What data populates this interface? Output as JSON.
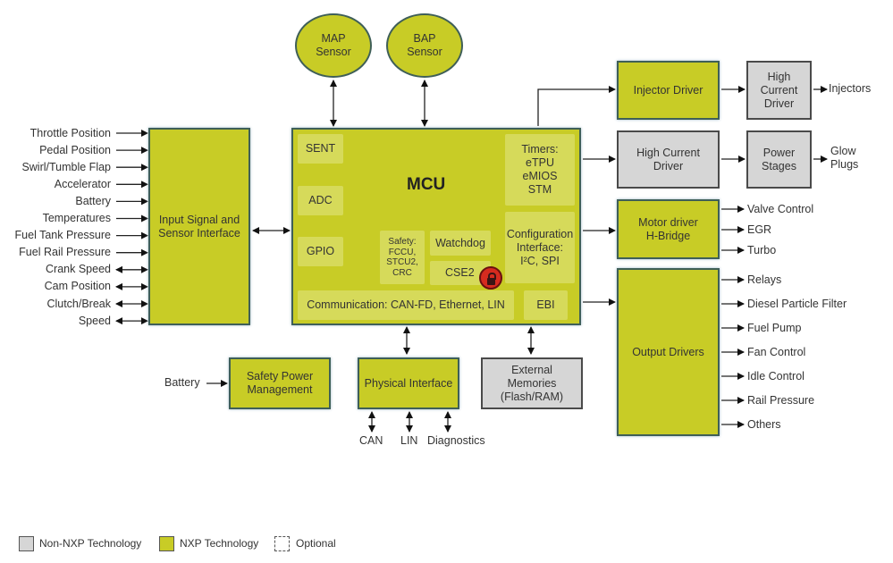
{
  "colors": {
    "nxp": "#c8cc26",
    "non_nxp": "#d6d6d6",
    "lock": "#d62b1f"
  },
  "inputs_left": [
    "Throttle Position",
    "Pedal Position",
    "Swirl/Tumble Flap",
    "Accelerator",
    "Battery",
    "Temperatures",
    "Fuel Tank Pressure",
    "Fuel Rail Pressure",
    "Crank Speed",
    "Cam Position",
    "Clutch/Break",
    "Speed"
  ],
  "input_block": {
    "line1": "Input Signal and",
    "line2": "Sensor Interface"
  },
  "sensors": {
    "map": {
      "line1": "MAP",
      "line2": "Sensor"
    },
    "bap": {
      "line1": "BAP",
      "line2": "Sensor"
    }
  },
  "mcu": {
    "title": "MCU",
    "sent": "SENT",
    "adc": "ADC",
    "gpio": "GPIO",
    "safety": {
      "l1": "Safety:",
      "l2": "FCCU,",
      "l3": "STCU2,",
      "l4": "CRC"
    },
    "watchdog": "Watchdog",
    "cse2": "CSE2",
    "timers": {
      "l1": "Timers:",
      "l2": "eTPU",
      "l3": "eMIOS",
      "l4": "STM"
    },
    "config": {
      "l1": "Configuration",
      "l2": "Interface:",
      "l3": "I²C, SPI"
    },
    "communication": "Communication: CAN-FD, Ethernet, LIN",
    "ebi": "EBI",
    "lock_icon": "lock-icon"
  },
  "right": {
    "injector_driver": "Injector Driver",
    "hc_driver_top": {
      "l1": "High",
      "l2": "Current",
      "l3": "Driver"
    },
    "injectors": "Injectors",
    "hc_driver_mid": {
      "l1": "High Current",
      "l2": "Driver"
    },
    "power_stages": {
      "l1": "Power",
      "l2": "Stages"
    },
    "glow_plugs": {
      "l1": "Glow",
      "l2": "Plugs"
    },
    "motor_driver": {
      "l1": "Motor driver",
      "l2": "H-Bridge"
    },
    "motor_outputs": [
      "Valve Control",
      "EGR",
      "Turbo"
    ],
    "output_drivers": "Output Drivers",
    "driver_outputs": [
      "Relays",
      "Diesel Particle Filter",
      "Fuel Pump",
      "Fan Control",
      "Idle Control",
      "Rail Pressure",
      "Others"
    ]
  },
  "bottom": {
    "battery": "Battery",
    "safety_power": {
      "l1": "Safety Power",
      "l2": "Management"
    },
    "physical_interface": "Physical Interface",
    "bus_labels": [
      "CAN",
      "LIN",
      "Diagnostics"
    ],
    "ext_mem": {
      "l1": "External",
      "l2": "Memories",
      "l3": "(Flash/RAM)"
    }
  },
  "legend": [
    {
      "label": "Non-NXP Technology"
    },
    {
      "label": "NXP Technology"
    },
    {
      "label": "Optional"
    }
  ]
}
